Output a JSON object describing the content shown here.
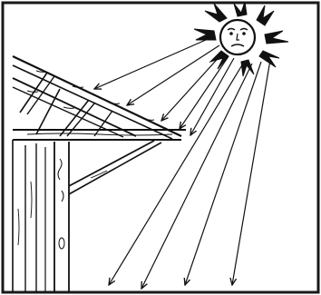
{
  "illustration": {
    "frame_color": "#1a1a1a",
    "background_color": "#ffffff",
    "line_color": "#111111",
    "elements": {
      "sun": "sun-with-face-icon",
      "roof": "roof-rafters",
      "wall": "wooden-plank-wall",
      "rays": "sun-ray-arrows"
    },
    "rays_on_roof": 5,
    "rays_to_ground": 4
  }
}
